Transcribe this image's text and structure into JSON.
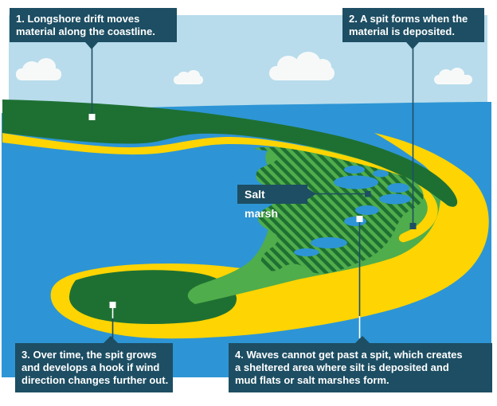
{
  "callouts": {
    "label1": {
      "lines": [
        "1. Longshore drift moves",
        "material along the coastline."
      ]
    },
    "label2": {
      "lines": [
        "2. A spit forms when the",
        "material is deposited."
      ]
    },
    "label3": {
      "lines": [
        "3. Over time, the spit grows",
        "and develops a hook if wind",
        "direction changes further out."
      ]
    },
    "label4": {
      "lines": [
        "4. Waves cannot get past a spit, which creates",
        "a sheltered area where silt is deposited and",
        "mud flats or salt marshes form."
      ]
    },
    "salt_marsh": {
      "label": "Salt marsh"
    }
  },
  "colors": {
    "sky": "#b8dcec",
    "sea": "#2d95d5",
    "cloud": "#f7f9f9",
    "land_green": "#1e7032",
    "grass_green": "#50ad4b",
    "sand_yellow": "#fed402",
    "callout_navy": "#1d4e63",
    "marker_white": "#ffffff"
  }
}
